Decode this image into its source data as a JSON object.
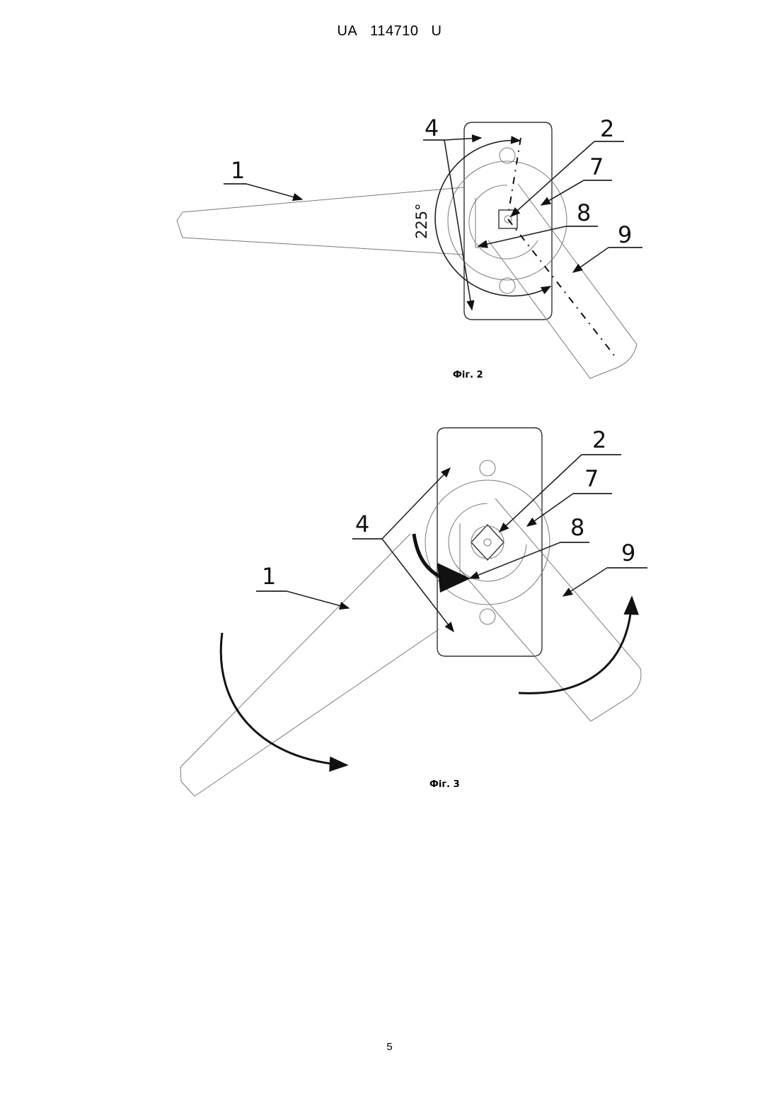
{
  "header": {
    "country": "UA",
    "number": "114710",
    "kind": "U"
  },
  "figures": [
    {
      "caption": "Фіг. 2",
      "angle_label": "225°",
      "labels": {
        "n1": "1",
        "n2": "2",
        "n4": "4",
        "n7": "7",
        "n8": "8",
        "n9": "9"
      }
    },
    {
      "caption": "Фіг. 3",
      "labels": {
        "n1": "1",
        "n2": "2",
        "n4": "4",
        "n7": "7",
        "n8": "8",
        "n9": "9"
      }
    }
  ],
  "page_number": "5"
}
